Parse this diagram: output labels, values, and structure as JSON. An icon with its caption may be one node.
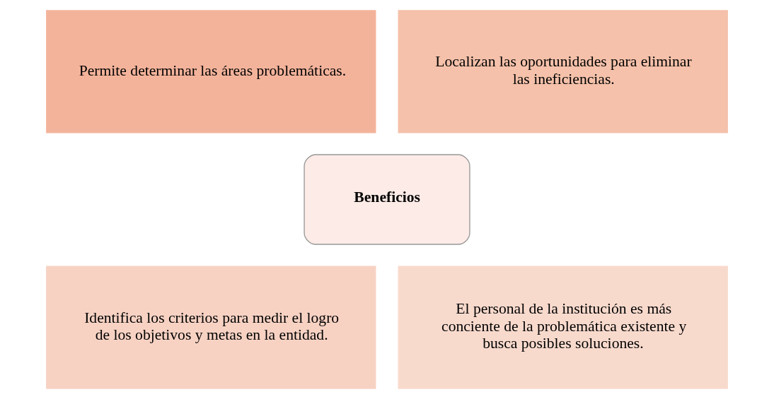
{
  "diagram": {
    "nodes": [
      {
        "text": [
          "Permite determinar las áreas problemáticas."
        ]
      },
      {
        "text": [
          "Localizan las oportunidades para eliminar las ineficiencias."
        ]
      },
      {
        "text": [
          "Beneficios"
        ]
      },
      {
        "text": [
          "Identifica los criterios para medir el logro de los objetivos y metas en la entidad."
        ]
      },
      {
        "text": [
          "El personal de la institución es más conciente de la problemática existente y busca posibles soluciones."
        ]
      }
    ]
  }
}
